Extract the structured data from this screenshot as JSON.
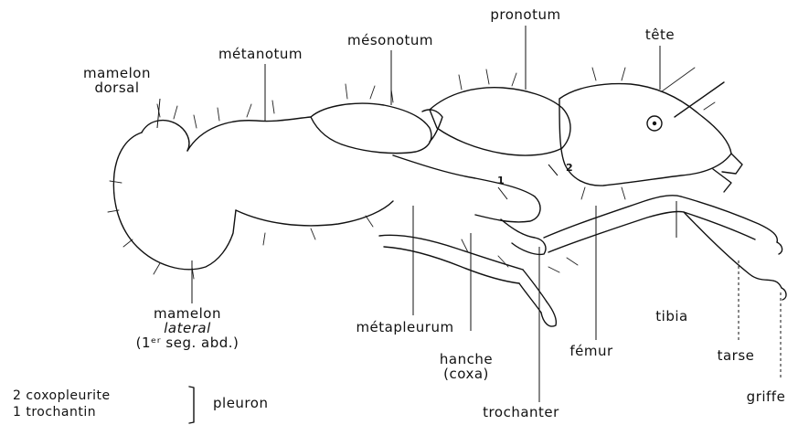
{
  "labels": {
    "pronotum": "pronotum",
    "tete": "tête",
    "mesonotum": "mésonotum",
    "metanotum": "métanotum",
    "mamelon_dorsal_1": "mamelon",
    "mamelon_dorsal_2": "dorsal",
    "mamelon_lateral_1": "mamelon",
    "mamelon_lateral_2": "lateral",
    "mamelon_lateral_3": "(1ᵉʳ seg. abd.)",
    "metapleurum": "métapleurum",
    "hanche": "hanche",
    "coxa": "(coxa)",
    "trochanter": "trochanter",
    "femur": "fémur",
    "tibia": "tibia",
    "tarse": "tarse",
    "griffe": "griffe",
    "coxopleurite": "2 coxopleurite",
    "trochantin": "1 trochantin",
    "pleuron": "pleuron",
    "num_1": "1",
    "num_2": "2"
  }
}
